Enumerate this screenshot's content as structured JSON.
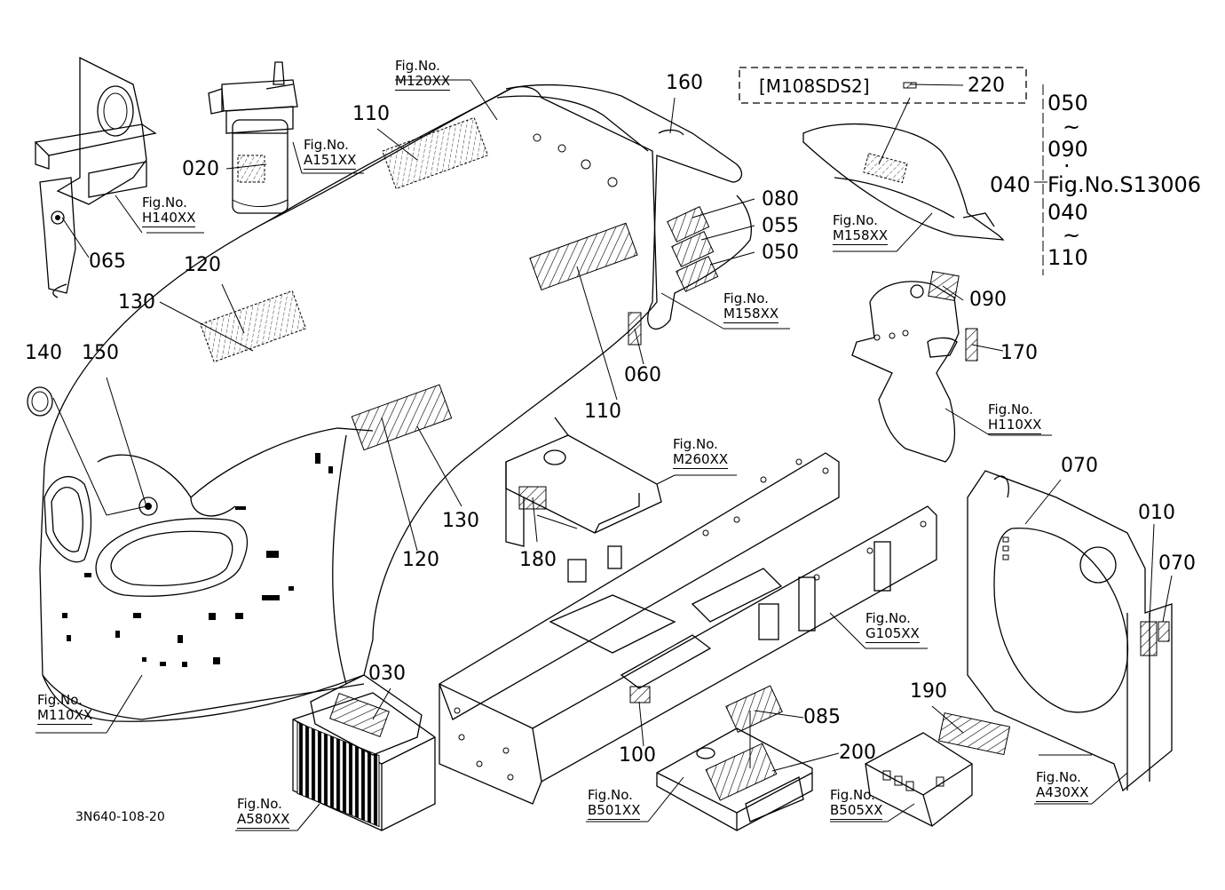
{
  "figure_id": "3N640-108-20",
  "parts": {
    "p010": "010",
    "p020": "020",
    "p030": "030",
    "p040": "040",
    "p050": "050",
    "p055": "055",
    "p060": "060",
    "p065": "065",
    "p070a": "070",
    "p070b": "070",
    "p080": "080",
    "p085": "085",
    "p090": "090",
    "p100": "100",
    "p110a": "110",
    "p110b": "110",
    "p120a": "120",
    "p120b": "120",
    "p130a": "130",
    "p130b": "130",
    "p140": "140",
    "p150": "150",
    "p160": "160",
    "p170": "170",
    "p180": "180",
    "p190": "190",
    "p200": "200",
    "p220": "220"
  },
  "model_box": "[M108SDS2]",
  "range_list": {
    "r1": "050",
    "tilde1": "~",
    "r2": "090",
    "dot": "·",
    "ref": "Fig.No.S13006",
    "r3": "040",
    "tilde2": "~",
    "r4": "110"
  },
  "fig_prefix": "Fig.No.",
  "figs": {
    "m120": "M120XX",
    "a151": "A151XX",
    "h140": "H140XX",
    "m158a": "M158XX",
    "m158b": "M158XX",
    "h110": "H110XX",
    "m260": "M260XX",
    "g105": "G105XX",
    "m110": "M110XX",
    "a580": "A580XX",
    "b501": "B501XX",
    "b505": "B505XX",
    "a430": "A430XX"
  }
}
